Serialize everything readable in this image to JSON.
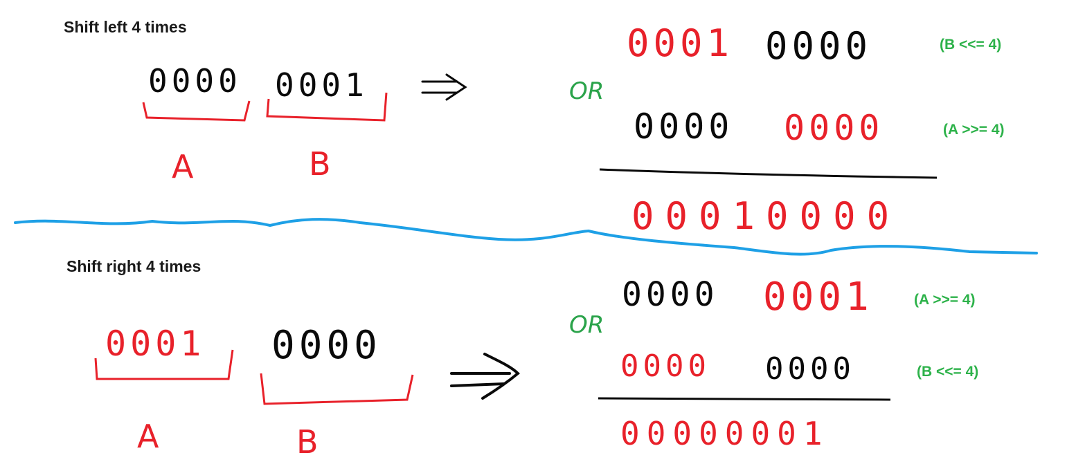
{
  "top": {
    "heading": "Shift left 4 times",
    "a_bits": "0000",
    "b_bits": "0001",
    "a_label": "A",
    "b_label": "B",
    "or_label": "OR",
    "row1": {
      "red": "0001",
      "black": "0000",
      "note": "(B <<= 4)"
    },
    "row2": {
      "black": "0000",
      "red": "0000",
      "note": "(A >>= 4)"
    },
    "result": "00010000"
  },
  "bottom": {
    "heading": "Shift right 4 times",
    "a_bits": "0001",
    "b_bits": "0000",
    "a_label": "A",
    "b_label": "B",
    "or_label": "OR",
    "row1": {
      "black": "0000",
      "red": "0001",
      "note": "(A >>= 4)"
    },
    "row2": {
      "red": "0000",
      "black": "0000",
      "note": "(B <<= 4)"
    },
    "result": "00000001"
  },
  "colors": {
    "ink": "#0a0a0a",
    "red": "#e8212a",
    "green": "#2db24a",
    "divider": "#1ea0e6"
  }
}
